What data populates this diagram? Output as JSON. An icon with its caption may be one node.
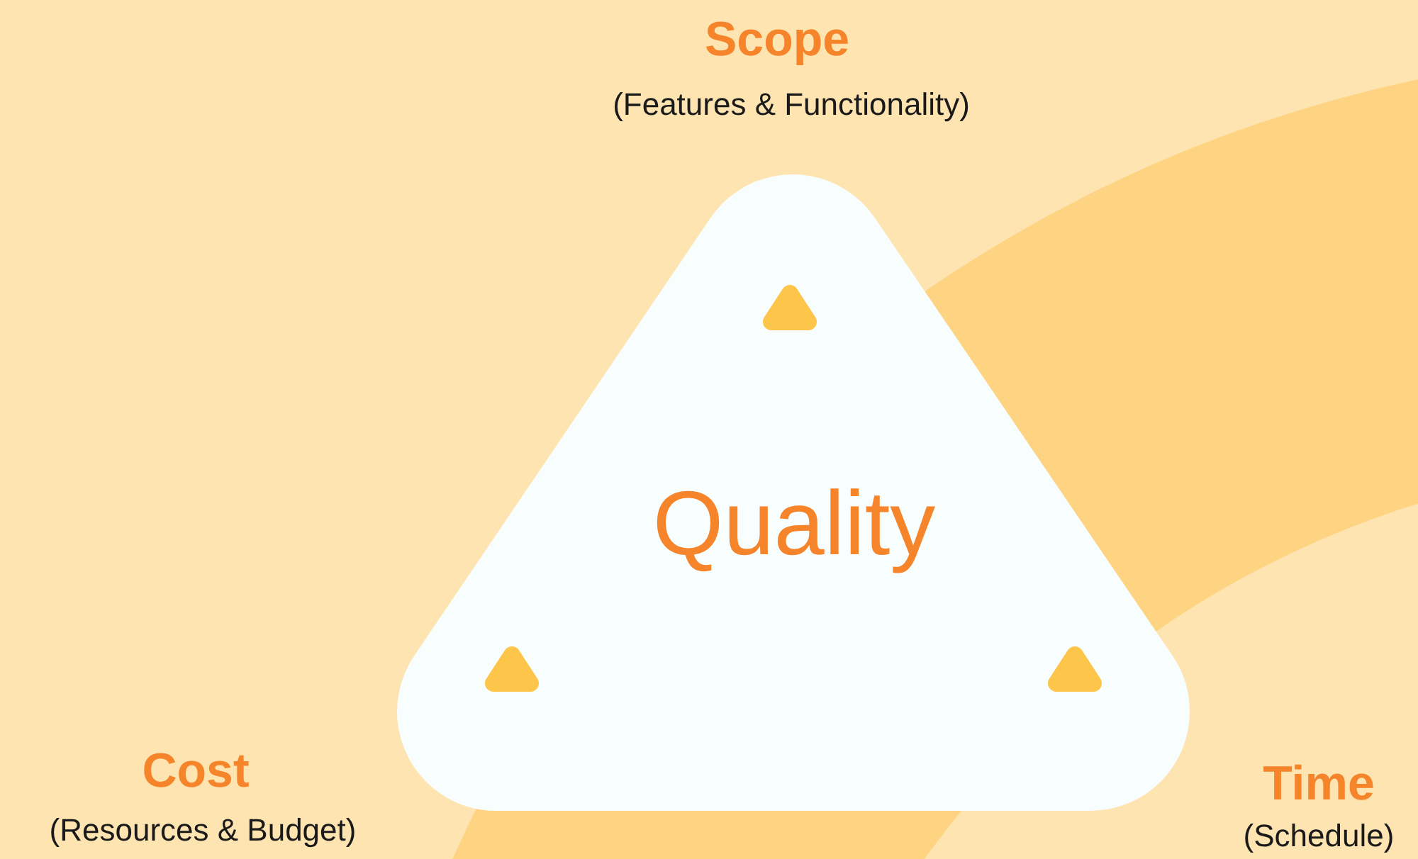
{
  "diagram": {
    "nodes": [
      {
        "text": [
          "Quality"
        ]
      }
    ],
    "labels": [
      "Scope",
      "(Features & Functionality)",
      "Cost",
      "(Resources & Budget)",
      "Time",
      "(Schedule)"
    ]
  }
}
